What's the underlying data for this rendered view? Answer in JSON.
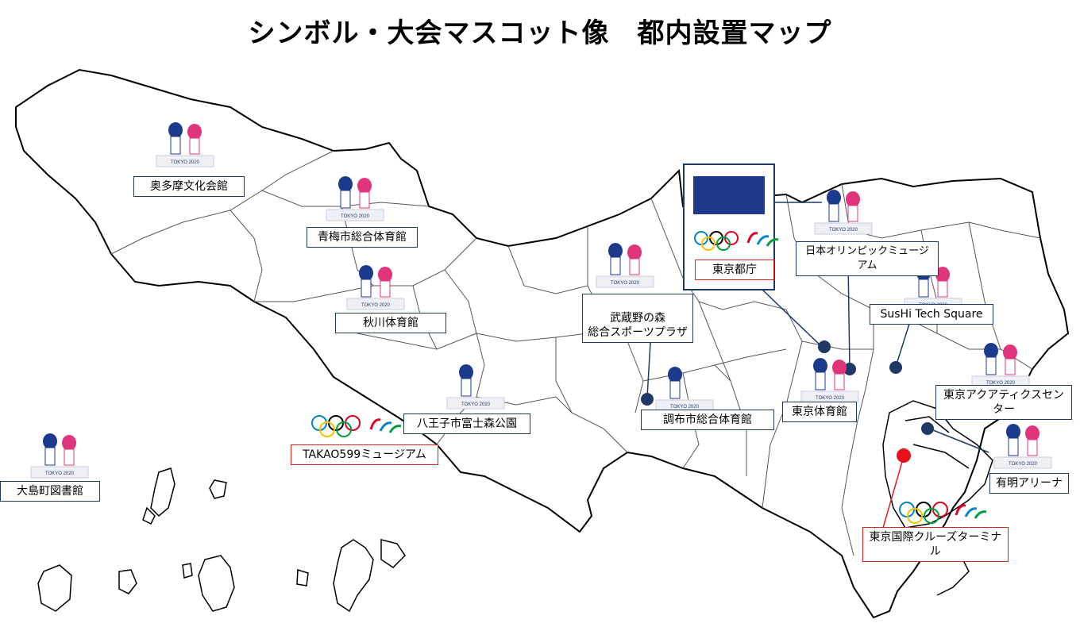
{
  "title": "シンボル・大会マスコット像　都内設置マップ",
  "colors": {
    "marker": "#1f3864",
    "highlight": "#e8101a",
    "border": "#1f3864",
    "redBorder": "#e02020",
    "mascotBlue": "#1b3a8c",
    "mascotPink": "#e0357a"
  },
  "mascot_caption": "TOKYO 2020",
  "locations": [
    {
      "id": "okutama",
      "name": "奥多摩文化会館"
    },
    {
      "id": "ome",
      "name": "青梅市総合体育館"
    },
    {
      "id": "akigawa",
      "name": "秋川体育館"
    },
    {
      "id": "hachioji",
      "name": "八王子市富士森公園"
    },
    {
      "id": "takao",
      "name": "TAKAO599ミュージアム"
    },
    {
      "id": "musashino",
      "name": "武蔵野の森\n総合スポーツプラザ"
    },
    {
      "id": "chofu",
      "name": "調布市総合体育館"
    },
    {
      "id": "tocho",
      "name": "東京都庁"
    },
    {
      "id": "olympic",
      "name": "日本オリンピックミュージアム"
    },
    {
      "id": "sushi",
      "name": "SusHi Tech Square"
    },
    {
      "id": "taiikukan",
      "name": "東京体育館"
    },
    {
      "id": "aquatics",
      "name": "東京アクアティクスセンター"
    },
    {
      "id": "ariake",
      "name": "有明アリーナ"
    },
    {
      "id": "cruise",
      "name": "東京国際クルーズターミナル"
    },
    {
      "id": "oshima",
      "name": "大島町図書館"
    }
  ]
}
